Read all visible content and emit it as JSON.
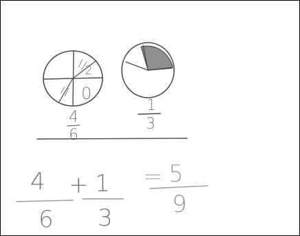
{
  "worksheet": {
    "left_circle_fraction": {
      "numerator": "4",
      "denominator": "6"
    },
    "right_circle_fraction": {
      "numerator": "1",
      "denominator": "3"
    },
    "sum": {
      "term1": {
        "numerator": "4",
        "denominator": "6"
      },
      "operator": "+",
      "term2": {
        "numerator": "1",
        "denominator": "3"
      },
      "equals": "=",
      "result": {
        "numerator": "5",
        "denominator": "9"
      }
    },
    "circle_marks": [
      "2",
      "0"
    ]
  }
}
